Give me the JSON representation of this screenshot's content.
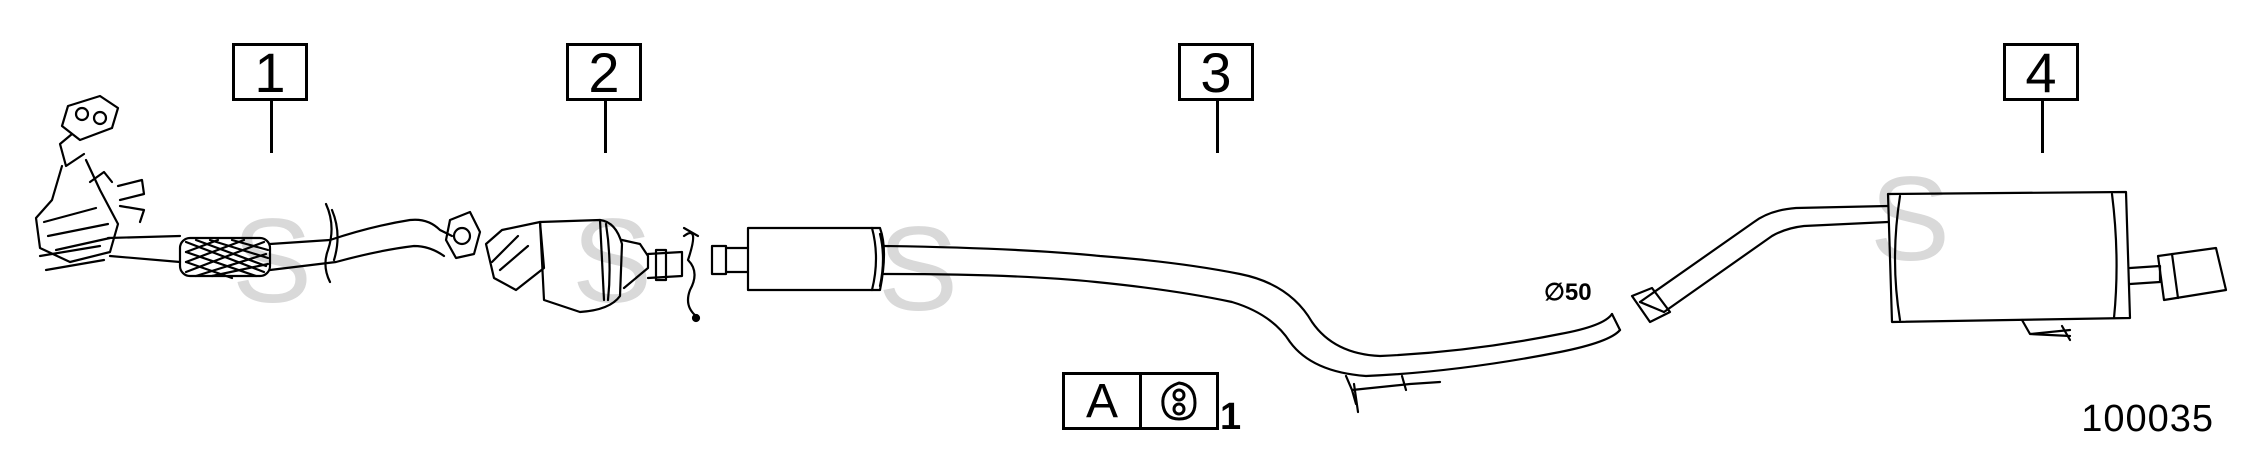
{
  "callouts": [
    {
      "label": "1"
    },
    {
      "label": "2"
    },
    {
      "label": "3"
    },
    {
      "label": "4"
    }
  ],
  "legend": {
    "code": "A",
    "icon": "rubber-hanger-icon",
    "quantity": "1"
  },
  "diameter_label": "∅50",
  "reference_number": "100035",
  "colors": {
    "line": "#000000",
    "watermark": "#d9d9d9",
    "background": "#ffffff"
  }
}
